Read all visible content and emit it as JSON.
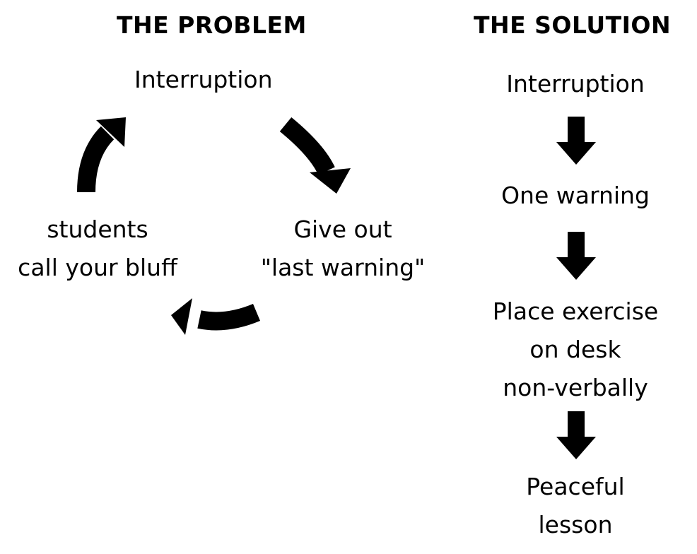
{
  "problem": {
    "heading": "THE PROBLEM",
    "nodes": {
      "interruption": "Interruption",
      "warning": [
        "Give out",
        "\"last warning\""
      ],
      "bluff": [
        "students",
        "call your bluff"
      ]
    }
  },
  "solution": {
    "heading": "THE SOLUTION",
    "steps": {
      "s1": [
        "Interruption"
      ],
      "s2": [
        "One warning"
      ],
      "s3": [
        "Place exercise",
        "on desk",
        "non-verbally"
      ],
      "s4": [
        "Peaceful",
        "lesson"
      ]
    }
  },
  "colors": {
    "ink": "#000000",
    "background": "#ffffff"
  }
}
